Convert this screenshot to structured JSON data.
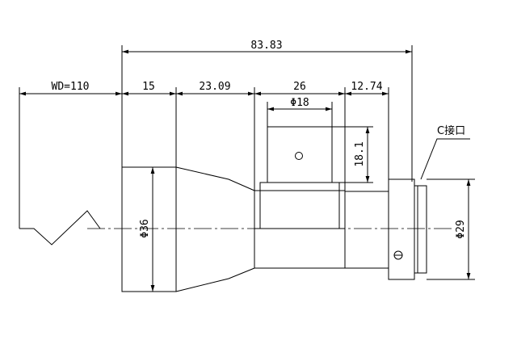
{
  "drawing": {
    "dims": {
      "overall": "83.83",
      "wd": "WD=110",
      "d15": "15",
      "d2309": "23.09",
      "d26": "26",
      "d1274": "12.74",
      "d18": "Φ18",
      "d181": "18.1",
      "d36": "Φ36",
      "d29": "Φ29"
    },
    "callout_c_mount": "C接口"
  }
}
